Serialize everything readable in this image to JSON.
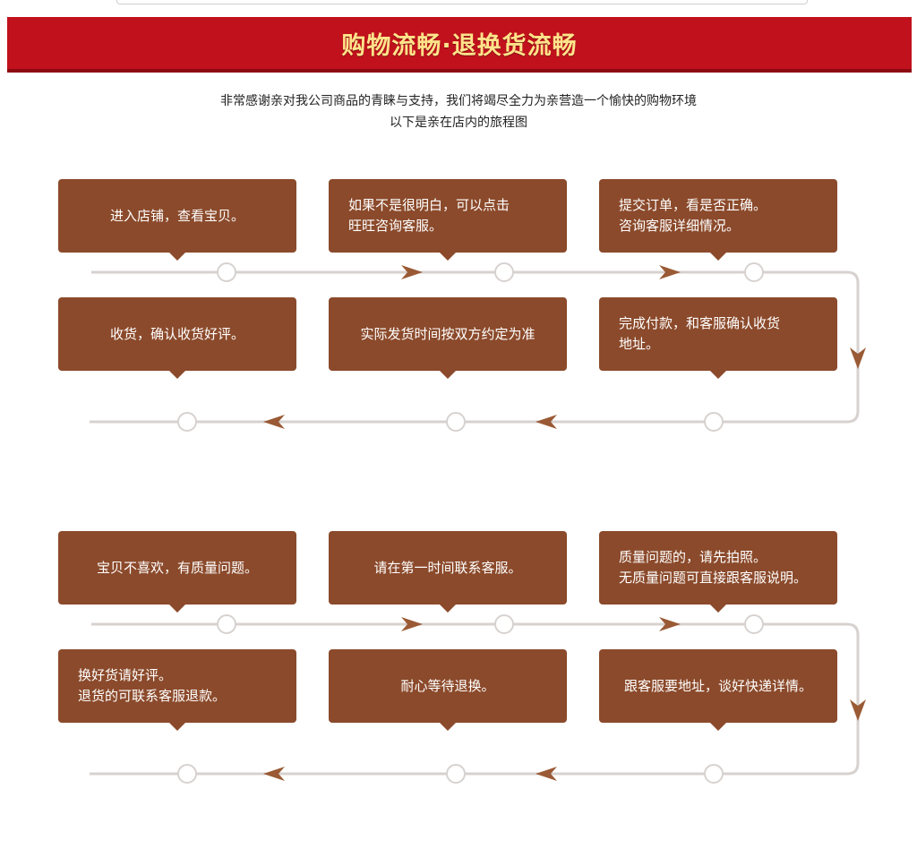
{
  "banner": {
    "title": "购物流畅·退换货流畅"
  },
  "intro": {
    "line1": "非常感谢亲对我公司商品的青睐与支持，我们将竭尽全力为亲营造一个愉快的购物环境",
    "line2": "以下是亲在店内的旅程图"
  },
  "purchase_flow": {
    "steps": [
      {
        "lines": [
          "进入店铺，查看宝贝。"
        ]
      },
      {
        "lines": [
          "如果不是很明白，可以点击",
          "旺旺咨询客服。"
        ]
      },
      {
        "lines": [
          "提交订单，看是否正确。",
          "咨询客服详细情况。"
        ]
      },
      {
        "lines": [
          "完成付款，和客服确认收货",
          "地址。"
        ]
      },
      {
        "lines": [
          "实际发货时间按双方约定为准"
        ]
      },
      {
        "lines": [
          "收货，确认收货好评。"
        ]
      }
    ]
  },
  "return_flow": {
    "steps": [
      {
        "lines": [
          "宝贝不喜欢，有质量问题。"
        ]
      },
      {
        "lines": [
          "请在第一时间联系客服。"
        ]
      },
      {
        "lines": [
          "质量问题的，请先拍照。",
          "无质量问题可直接跟客服说明。"
        ]
      },
      {
        "lines": [
          "跟客服要地址，谈好快递详情。"
        ]
      },
      {
        "lines": [
          "耐心等待退换。"
        ]
      },
      {
        "lines": [
          "换好货请好评。",
          "退货的可联系客服退款。"
        ]
      }
    ]
  },
  "colors": {
    "banner": "#c0111c",
    "banner_text": "#ffe38a",
    "box": "#8b4a2b",
    "arrow": "#9a5a35",
    "line": "#d7d2cf"
  }
}
